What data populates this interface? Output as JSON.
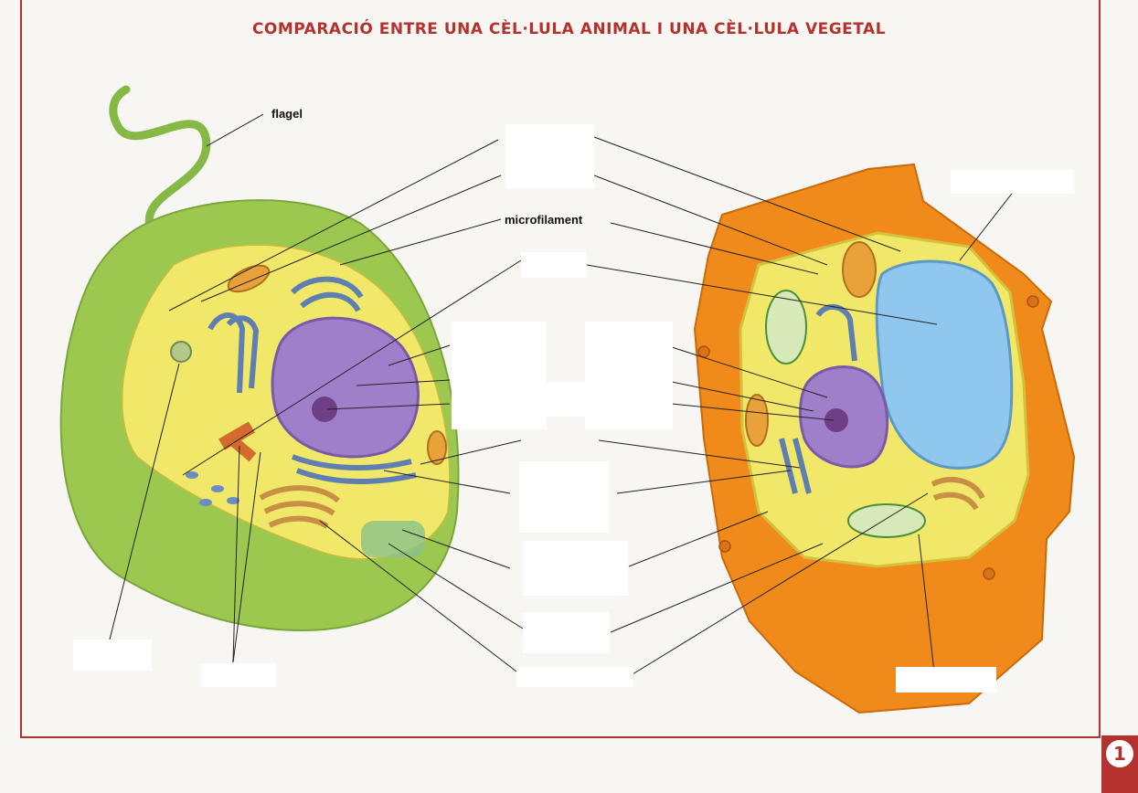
{
  "title": "COMPARACIÓ ENTRE UNA CÈL·LULA ANIMAL I UNA CÈL·LULA VEGETAL",
  "labels": {
    "flagel": "flagel",
    "microfilament": "microfilament"
  },
  "page_number": "1",
  "colors": {
    "accent": "#b5312e",
    "animal_cell": "#9cc850",
    "cytoplasm": "#f1e86a",
    "nucleus": "#9f7fc9",
    "plant_wall": "#f08a1a",
    "vacuole": "#8fc7ee",
    "chloroplast": "#4c8f3a"
  }
}
